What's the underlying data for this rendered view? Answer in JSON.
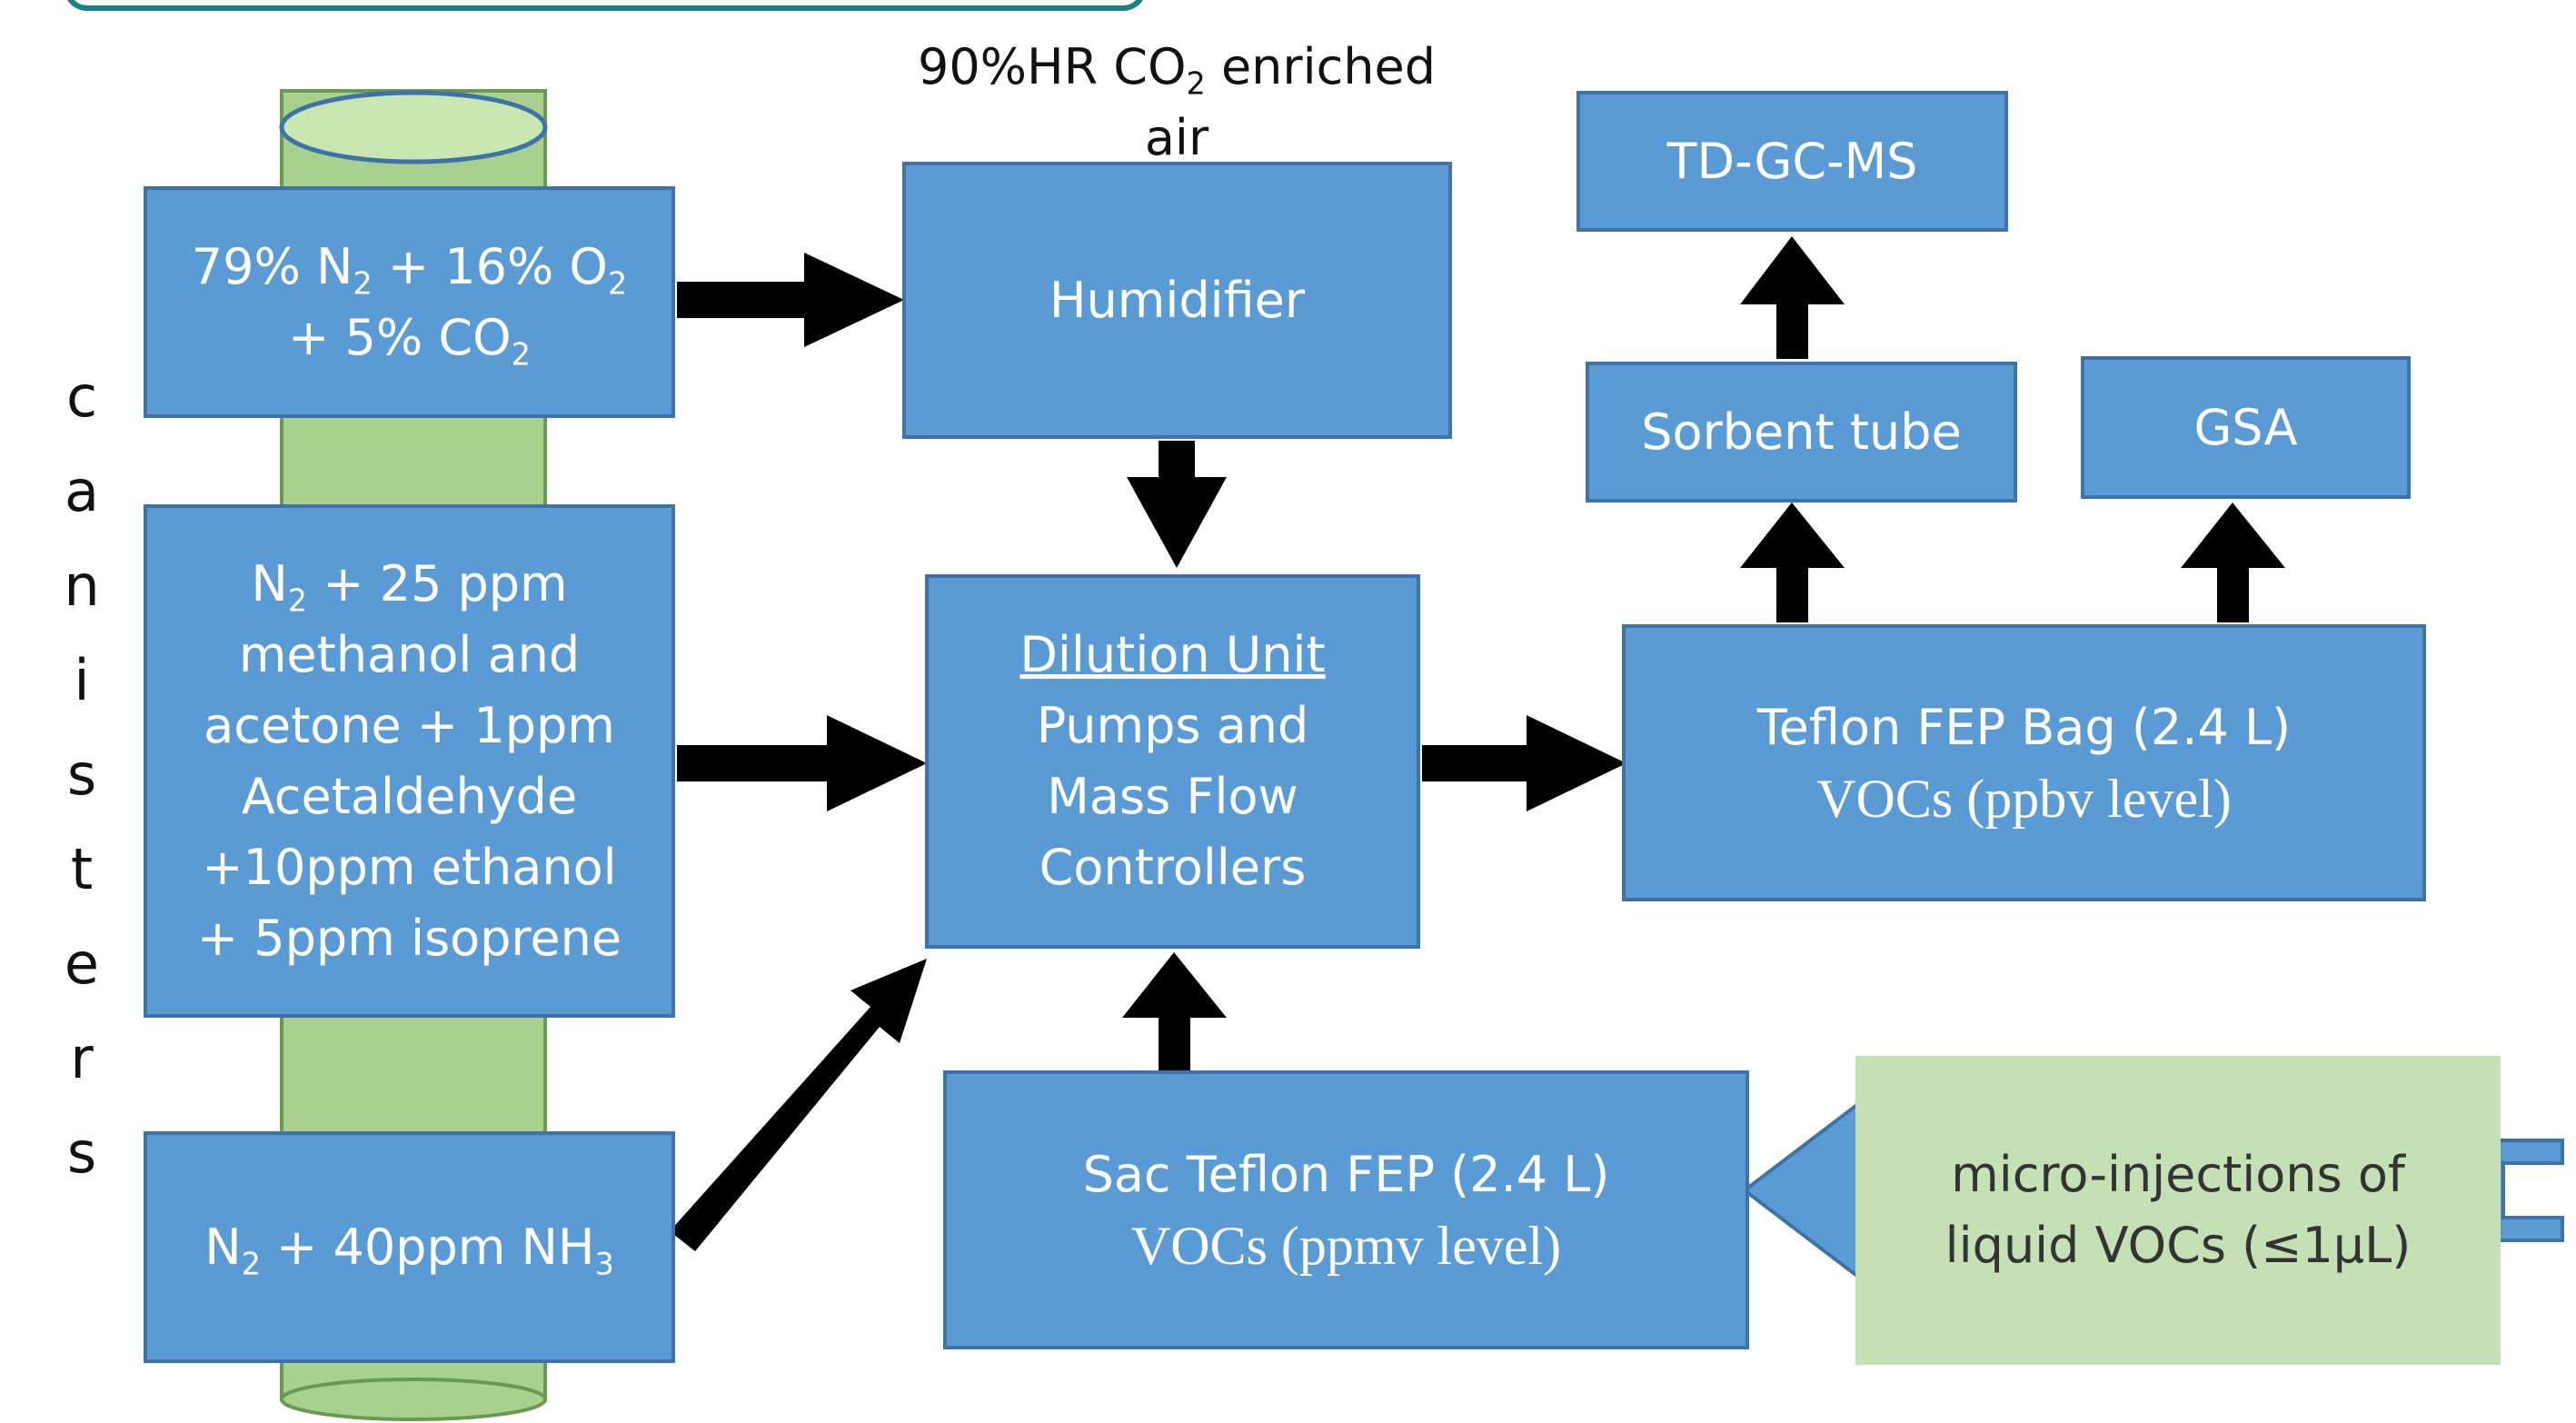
{
  "diagram": {
    "side_label": "canisters",
    "top_note": "90%HR CO₂ enriched air",
    "nodes": {
      "gas_mix": {
        "line1": "79% N₂ + 16% O₂",
        "line2": "+ 5% CO₂"
      },
      "voc_canister": [
        "N₂ + 25 ppm",
        "methanol and",
        "acetone + 1ppm",
        "Acetaldehyde",
        "+10ppm ethanol",
        "+ 5ppm isoprene"
      ],
      "nh3_canister": "N₂ + 40ppm NH₃",
      "humidifier": "Humidifier",
      "dilution_unit": {
        "title": "Dilution Unit",
        "lines": [
          "Pumps and",
          "Mass Flow",
          "Controllers"
        ]
      },
      "teflon_bag": {
        "line1": "Teflon FEP Bag (2.4 L)",
        "line2": "VOCs (ppbv level)"
      },
      "sac_teflon": {
        "line1": "Sac Teflon FEP (2.4 L)",
        "line2": "VOCs (ppmv level)"
      },
      "micro_injections": {
        "line1": "micro-injections of",
        "line2": "liquid VOCs (≤1µL)"
      },
      "td_gc_ms": "TD-GC-MS",
      "sorbent_tube": "Sorbent tube",
      "gsa": "GSA"
    },
    "colors": {
      "box_fill": "#5b9bd5",
      "box_border": "#3f72a8",
      "cylinder": "#a9d18e",
      "green_box": "#c5e0b4",
      "arrow": "#000000",
      "accent_bar": "#1a7f86"
    }
  }
}
